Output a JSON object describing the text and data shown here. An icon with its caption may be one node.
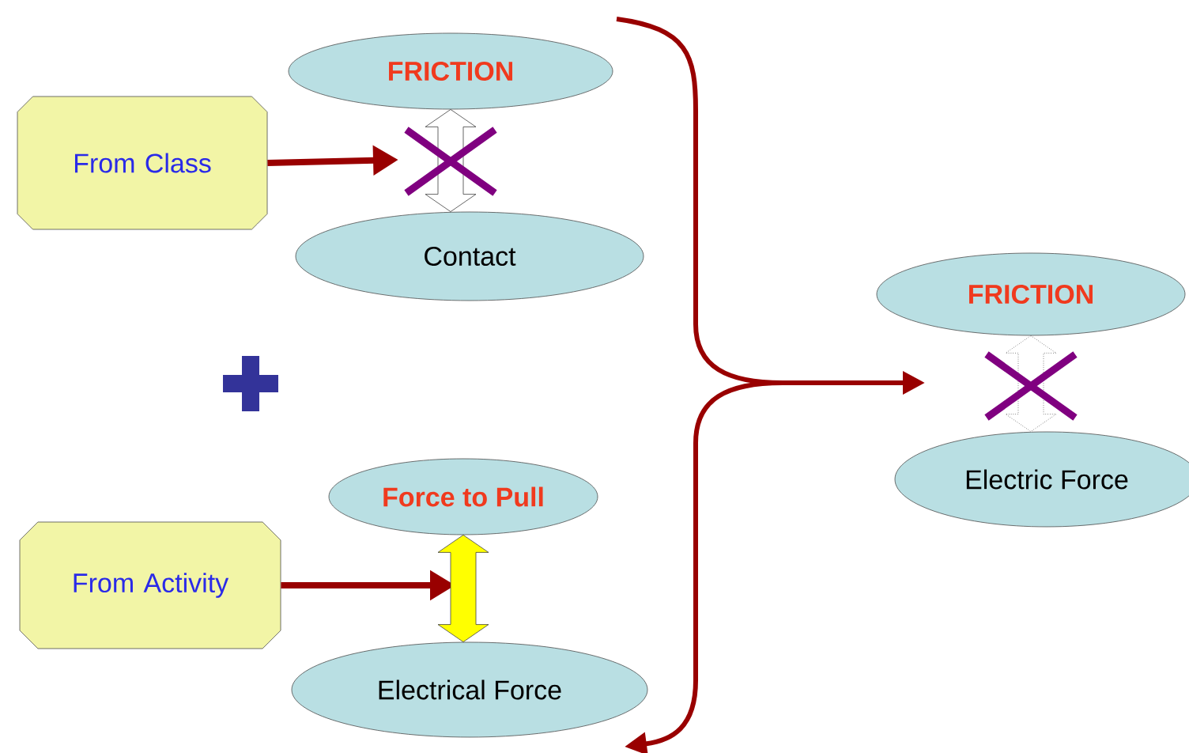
{
  "diagram": {
    "nodes": [
      {
        "text": [
          "From Class"
        ]
      },
      {
        "text": [
          "FRICTION"
        ]
      },
      {
        "text": [
          "Contact"
        ]
      },
      {
        "text": [
          "From Activity"
        ]
      },
      {
        "text": [
          "Force to Pull"
        ]
      },
      {
        "text": [
          "Electrical Force"
        ]
      },
      {
        "text": [
          "FRICTION"
        ]
      },
      {
        "text": [
          "Electric Force"
        ]
      }
    ],
    "edges": [
      {
        "from": 0,
        "to": null,
        "arrow": "to",
        "color": "#990000"
      },
      {
        "from": 1,
        "to": 2,
        "arrow": "both",
        "color": "#ffffff"
      },
      {
        "from": 3,
        "to": null,
        "arrow": "to",
        "color": "#990000"
      },
      {
        "from": 4,
        "to": 5,
        "arrow": "both",
        "color": "#ffff00"
      },
      {
        "from": 6,
        "to": 7,
        "arrow": "both",
        "style": "dashed",
        "color": "#ffffff"
      }
    ]
  }
}
